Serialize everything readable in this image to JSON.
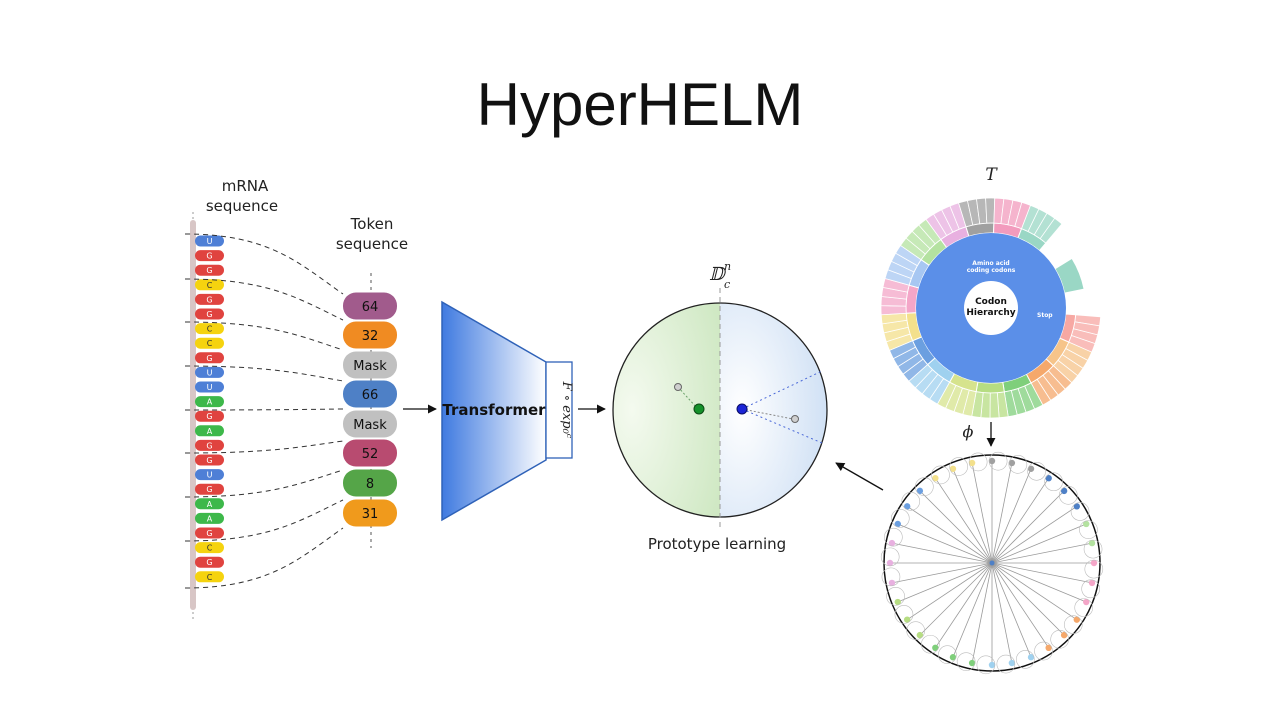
{
  "title": "HyperHELM",
  "mrna": {
    "label_line1": "mRNA",
    "label_line2": "sequence",
    "nucleotides": [
      "U",
      "G",
      "G",
      "C",
      "G",
      "G",
      "C",
      "C",
      "G",
      "U",
      "U",
      "A",
      "G",
      "A",
      "G",
      "G",
      "U",
      "G",
      "A",
      "A",
      "G",
      "C",
      "G",
      "C"
    ]
  },
  "tokens": {
    "label_line1": "Token",
    "label_line2": "sequence",
    "items": [
      {
        "text": "64",
        "color": "#a15b8c"
      },
      {
        "text": "32",
        "color": "#f08b22"
      },
      {
        "text": "Mask",
        "color": "#c0c0c0"
      },
      {
        "text": "66",
        "color": "#4e80c6"
      },
      {
        "text": "Mask",
        "color": "#c0c0c0"
      },
      {
        "text": "52",
        "color": "#b84b70"
      },
      {
        "text": "8",
        "color": "#55a548"
      },
      {
        "text": "31",
        "color": "#f09a1c"
      }
    ]
  },
  "nuc_colors": {
    "U": "#4e7fd6",
    "G": "#e0433f",
    "C": "#f5d30f",
    "A": "#3db84a"
  },
  "transformer": {
    "label": "Transformer",
    "map_label": "F ∘ exp₀ᶜ"
  },
  "poincare": {
    "label_main": "𝔻",
    "label_sub": "c",
    "label_sup": "n",
    "caption": "Prototype learning"
  },
  "hierarchy": {
    "tree_label": "T",
    "center_line1": "Codon",
    "center_line2": "Hierarchy",
    "ring_line1": "Amino acid",
    "ring_line2": "coding codons",
    "stop_label": "Stop",
    "map_label": "ϕ",
    "sector_colors": [
      "#f7a8a3",
      "#f6c48a",
      "#f5a86b",
      "#7fcf7b",
      "#b6dd82",
      "#d6e38d",
      "#9fd1ef",
      "#6b9fe0",
      "#f3e08c",
      "#f4a6c8",
      "#a7c7f2",
      "#b4e2a0",
      "#e8b0e0",
      "#a0a0a0",
      "#f29bbd",
      "#9ad7c5"
    ]
  }
}
